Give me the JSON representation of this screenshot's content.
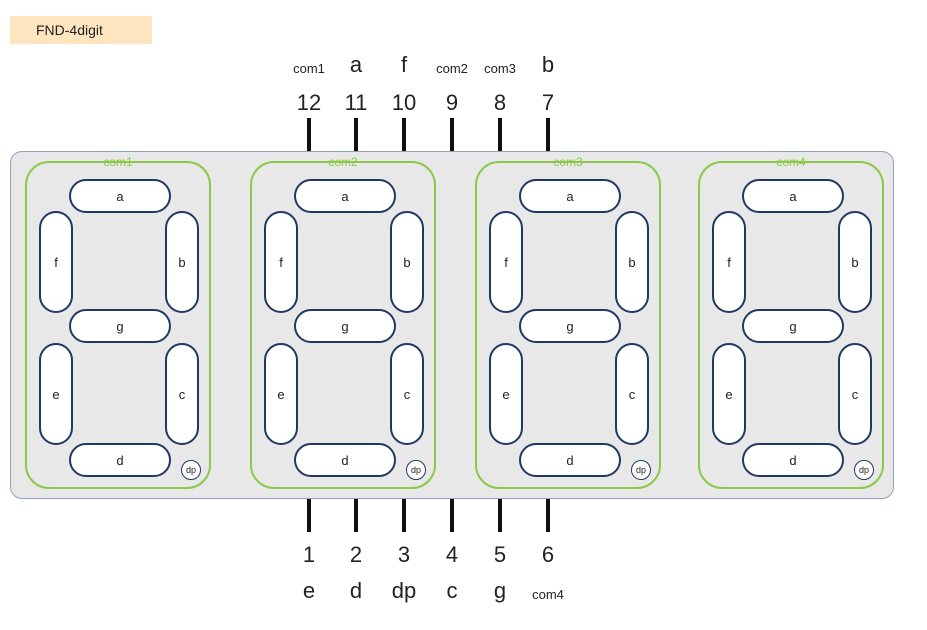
{
  "title": "FND-4digit",
  "digits": [
    {
      "com": "com1"
    },
    {
      "com": "com2"
    },
    {
      "com": "com3"
    },
    {
      "com": "com4"
    }
  ],
  "segment_labels": {
    "a": "a",
    "b": "b",
    "c": "c",
    "d": "d",
    "e": "e",
    "f": "f",
    "g": "g",
    "dp": "dp"
  },
  "top_pins": [
    {
      "num": "12",
      "signal": "com1"
    },
    {
      "num": "11",
      "signal": "a"
    },
    {
      "num": "10",
      "signal": "f"
    },
    {
      "num": "9",
      "signal": "com2"
    },
    {
      "num": "8",
      "signal": "com3"
    },
    {
      "num": "7",
      "signal": "b"
    }
  ],
  "bottom_pins": [
    {
      "num": "1",
      "signal": "e"
    },
    {
      "num": "2",
      "signal": "d"
    },
    {
      "num": "3",
      "signal": "dp"
    },
    {
      "num": "4",
      "signal": "c"
    },
    {
      "num": "5",
      "signal": "g"
    },
    {
      "num": "6",
      "signal": "com4"
    }
  ],
  "colors": {
    "board": "#e8e8e8",
    "digit_outline": "#8cc84b",
    "segment_outline": "#1f3864",
    "title_badge": "#fde6bf"
  }
}
